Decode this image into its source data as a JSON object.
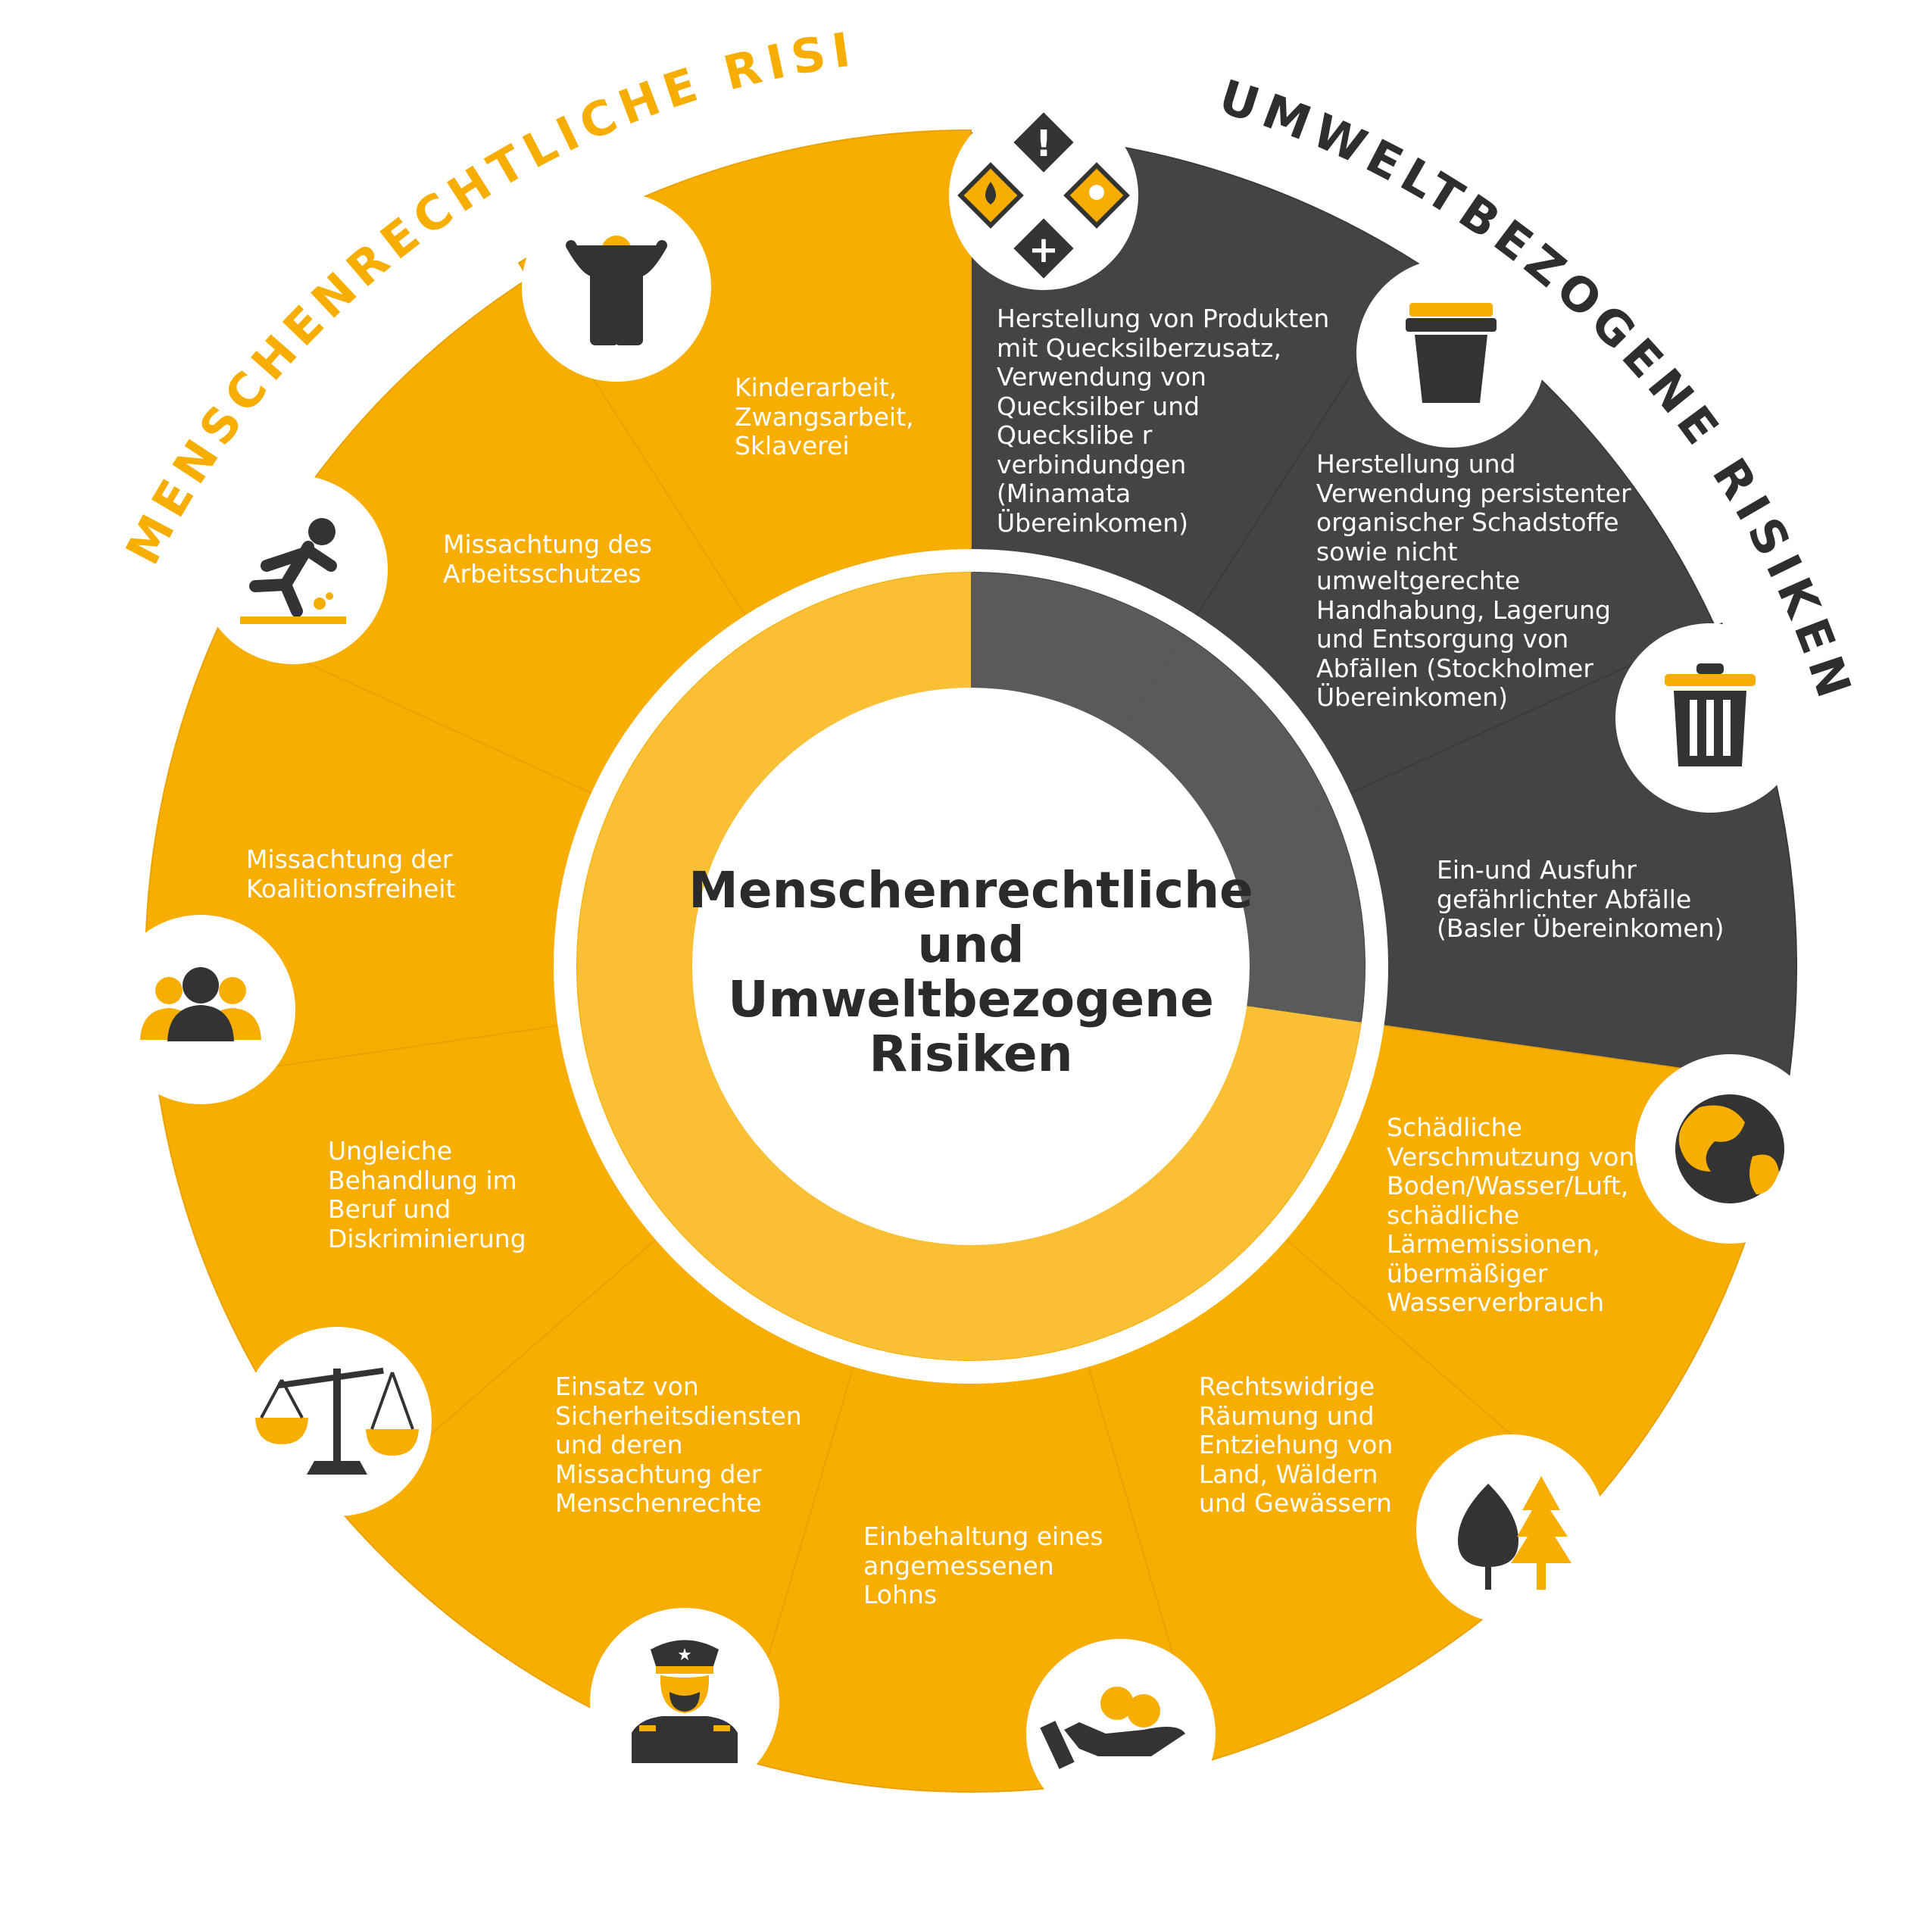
{
  "colors": {
    "orange": "#F7AE00",
    "orange_light": "#F9BF35",
    "dark": "#444444",
    "dark_light": "#5A5A5A",
    "title_dark": "#2E2E2E"
  },
  "arc_titles": {
    "human_rights": "MENSCHENRECHTLICHE RISIKEN",
    "environment": "UMWELTBEZOGENE RISIKEN"
  },
  "center_title": "Menschenrechtliche\nund\nUmweltbezogene\nRisiken",
  "segments": [
    {
      "group": "environment",
      "icon": "hazard-signs-icon",
      "text": "Herstellung von Produkten\nmit Quecksilberzusatz,\nVerwendung von\nQuecksilber und\nQueckslibe r\nverbindundgen\n(Minamata\nÜbereinkomen)"
    },
    {
      "group": "environment",
      "icon": "cup-icon",
      "text": "Herstellung und\nVerwendung persistenter\norganischer Schadstoffe\nsowie nicht\numweltgerechte\nHandhabung, Lagerung\nund Entsorgung von\nAbfällen (Stockholmer\nÜbereinkomen)"
    },
    {
      "group": "environment",
      "icon": "trash-can-icon",
      "text": "Ein-und Ausfuhr\ngefährlichter Abfälle\n(Basler Übereinkomen)"
    },
    {
      "group": "human_rights",
      "icon": "globe-icon",
      "text": "Schädliche\nVerschmutzung von\nBoden/Wasser/Luft,\nschädliche\nLärmemissionen,\nübermäßiger\nWasserverbrauch"
    },
    {
      "group": "human_rights",
      "icon": "trees-icon",
      "text": "Rechtswidrige\nRäumung und\nEntziehung von\nLand, Wäldern\nund Gewässern"
    },
    {
      "group": "human_rights",
      "icon": "hand-coins-icon",
      "text": "Einbehaltung eines\nangemessenen\nLohns"
    },
    {
      "group": "human_rights",
      "icon": "police-officer-icon",
      "text": "Einsatz von\nSicherheitsdiensten\nund deren\nMissachtung der\nMenschenrechte"
    },
    {
      "group": "human_rights",
      "icon": "scales-icon",
      "text": "Ungleiche\nBehandlung im\nBeruf und\nDiskriminierung"
    },
    {
      "group": "human_rights",
      "icon": "people-group-icon",
      "text": "Missachtung der\nKoalitionsfreiheit"
    },
    {
      "group": "human_rights",
      "icon": "falling-worker-icon",
      "text": "Missachtung des\nArbeitsschutzes"
    },
    {
      "group": "human_rights",
      "icon": "child-icon",
      "text": "Kinderarbeit,\nZwangsarbeit,\nSklaverei"
    }
  ]
}
